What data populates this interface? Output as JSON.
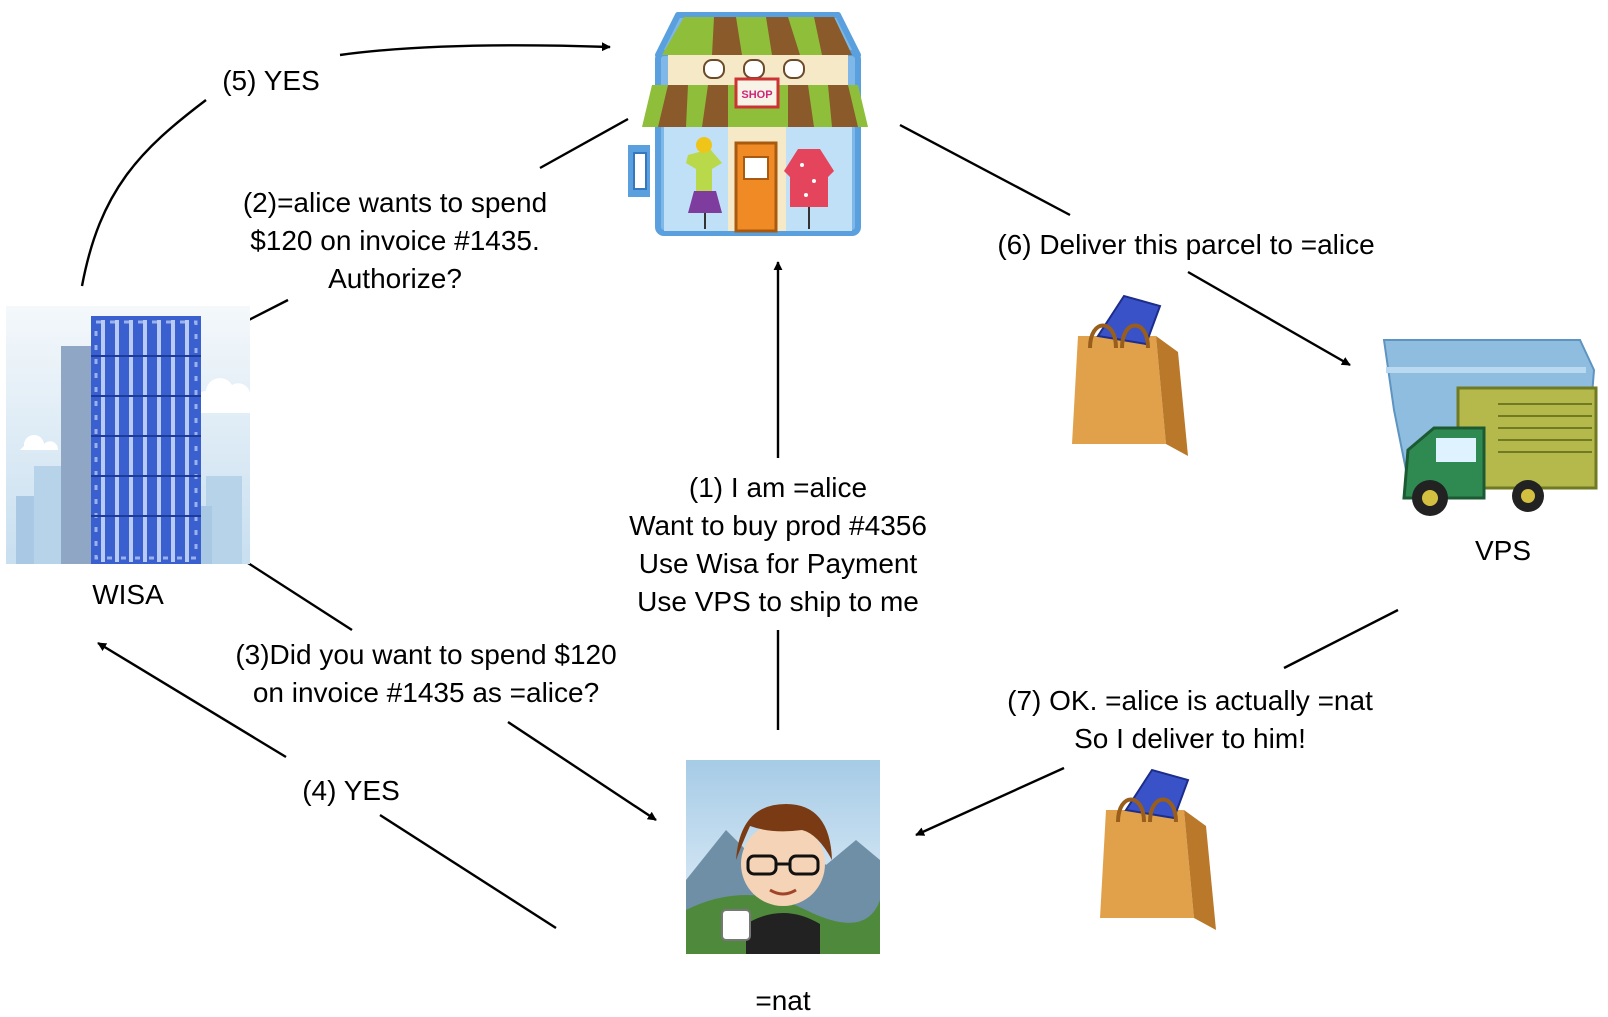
{
  "nodes": {
    "wisa": {
      "label": "WISA",
      "icon": "office-building-icon"
    },
    "shop": {
      "label": "SHOP",
      "icon": "shop-storefront-icon"
    },
    "vps": {
      "label": "VPS",
      "icon": "delivery-truck-icon"
    },
    "nat": {
      "label": "=nat",
      "icon": "user-avatar-icon"
    }
  },
  "parcel_icon": "shopping-bag-icon",
  "steps": {
    "s1": [
      "(1) I am =alice",
      "Want to buy prod #4356",
      "Use Wisa for Payment",
      "Use VPS to ship to me"
    ],
    "s2": [
      "(2)=alice wants to spend",
      "$120 on invoice #1435.",
      "Authorize?"
    ],
    "s3": [
      "(3)Did you want to spend $120",
      "on invoice #1435 as =alice?"
    ],
    "s4": [
      "(4) YES"
    ],
    "s5": [
      "(5) YES"
    ],
    "s6": [
      "(6) Deliver this parcel to =alice"
    ],
    "s7": [
      "(7) OK. =alice is actually =nat",
      "So I deliver to him!"
    ]
  },
  "colors": {
    "line": "#000000",
    "building": "#3a5fcf",
    "bag": "#e0a14a",
    "truck": "#8fbde0"
  }
}
